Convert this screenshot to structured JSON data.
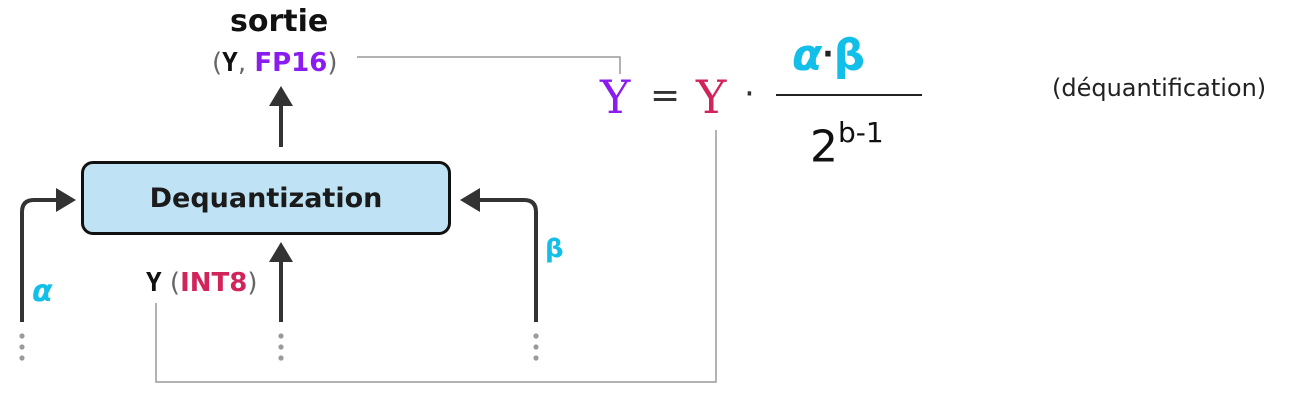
{
  "output": {
    "title": "sortie",
    "open_paren": "(",
    "var": "Y",
    "sep": ", ",
    "type": "FP16",
    "close_paren": ")"
  },
  "block": {
    "label": "Dequantization"
  },
  "inputs": {
    "alpha": "α",
    "beta": "β",
    "value": {
      "var": "Y",
      "open_paren": " (",
      "type": "INT8",
      "close_paren": ")"
    }
  },
  "formula": {
    "lhs": "Y",
    "equals": "=",
    "rhs_var": "Y",
    "mult": "·",
    "numerator_alpha": "α",
    "numerator_dot": "·",
    "numerator_beta": "β",
    "denominator_base": "2",
    "denominator_exp": "b-1"
  },
  "note": "(déquantification)",
  "colors": {
    "fp16": "#8b1cf0",
    "int8": "#d1245a",
    "param": "#12bfe8",
    "block_fill": "#bfe3f4",
    "arrow": "#333333",
    "connector": "#9a9a9a"
  }
}
